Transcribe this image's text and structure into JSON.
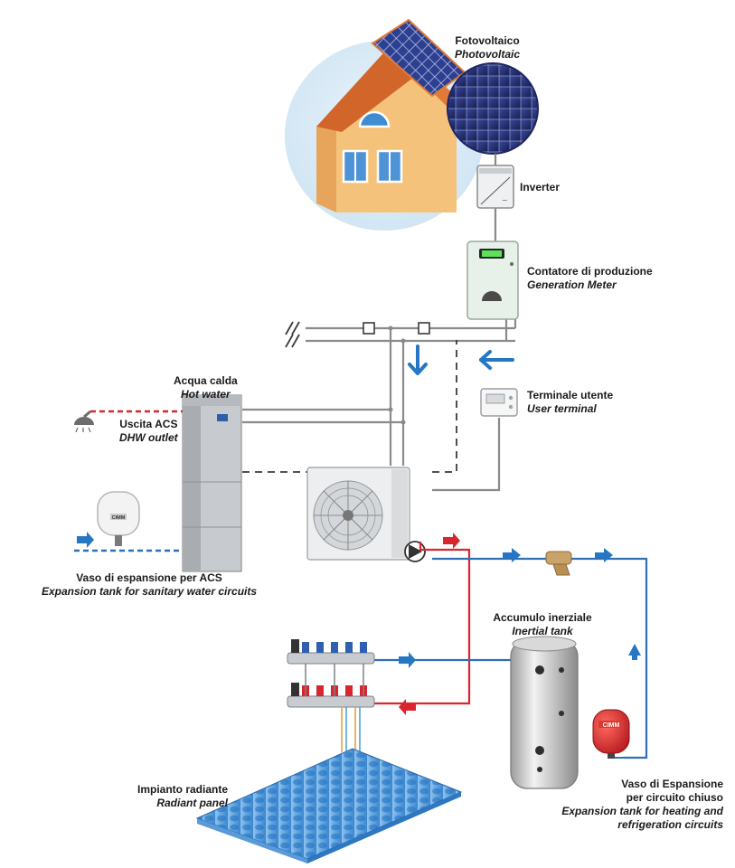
{
  "labels": {
    "photovoltaic": {
      "it": "Fotovoltaico",
      "en": "Photovoltaic"
    },
    "inverter": {
      "it": "Inverter"
    },
    "generation_meter": {
      "it": "Contatore di produzione",
      "en": "Generation Meter"
    },
    "user_terminal": {
      "it": "Terminale utente",
      "en": "User terminal"
    },
    "hot_water": {
      "it": "Acqua calda",
      "en": "Hot water"
    },
    "dhw_outlet": {
      "it": "Uscita ACS",
      "en": "DHW outlet"
    },
    "expansion_dhw": {
      "it": "Vaso di espansione per ACS",
      "en": "Expansion tank for sanitary water circuits"
    },
    "inertial_tank": {
      "it": "Accumulo inerziale",
      "en": "Inertial tank"
    },
    "radiant_panel": {
      "it": "Impianto radiante",
      "en": "Radiant panel"
    },
    "expansion_closed": {
      "it1": "Vaso di Espansione",
      "it2": "per circuito chiuso",
      "en1": "Expansion tank for heating and",
      "en2": "refrigeration circuits"
    }
  },
  "brand": {
    "tank_logo": "CIMM"
  },
  "colors": {
    "hot": "#d9252e",
    "cold": "#2f6fb3",
    "arrow": "#2577c4",
    "wire": "#8a8a8a",
    "dark": "#3a3a3a"
  }
}
